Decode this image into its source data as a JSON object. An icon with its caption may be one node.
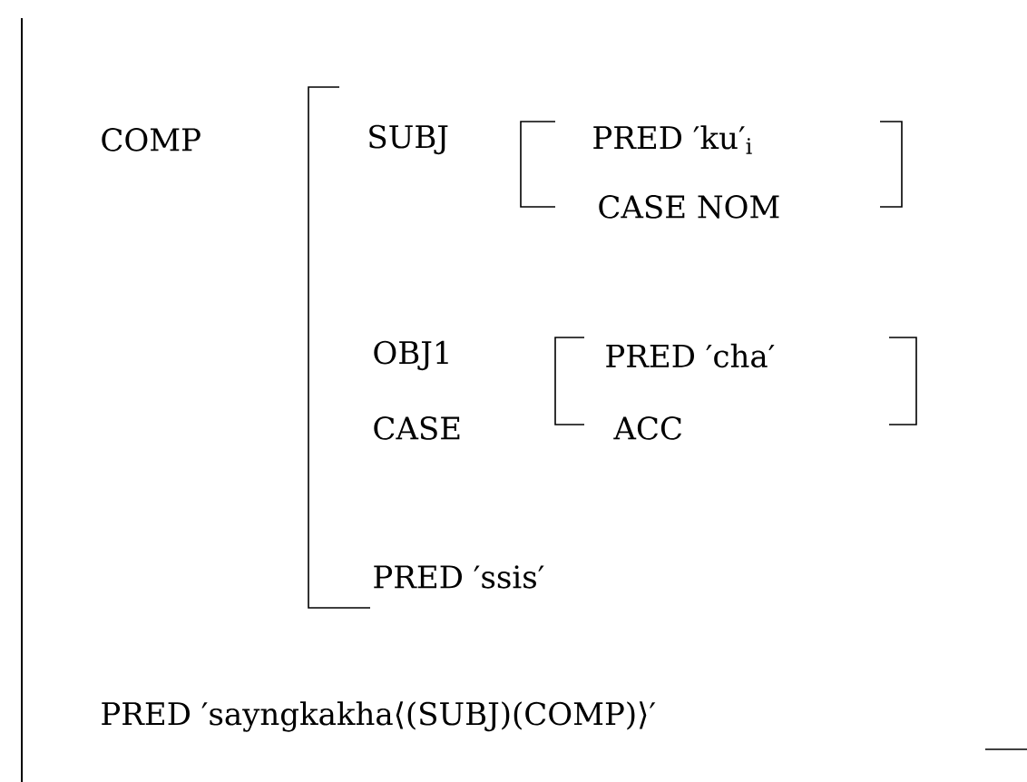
{
  "diagram": {
    "labels": [
      "COMP",
      "SUBJ",
      "PRED ′ku′$_{i}$",
      "CASE NOM",
      "OBJ1",
      "PRED ′cha′",
      "CASE",
      "ACC",
      "PRED ′ssis′",
      "PRED ′sayngkakha⟨(SUBJ)(COMP)⟩′"
    ]
  }
}
